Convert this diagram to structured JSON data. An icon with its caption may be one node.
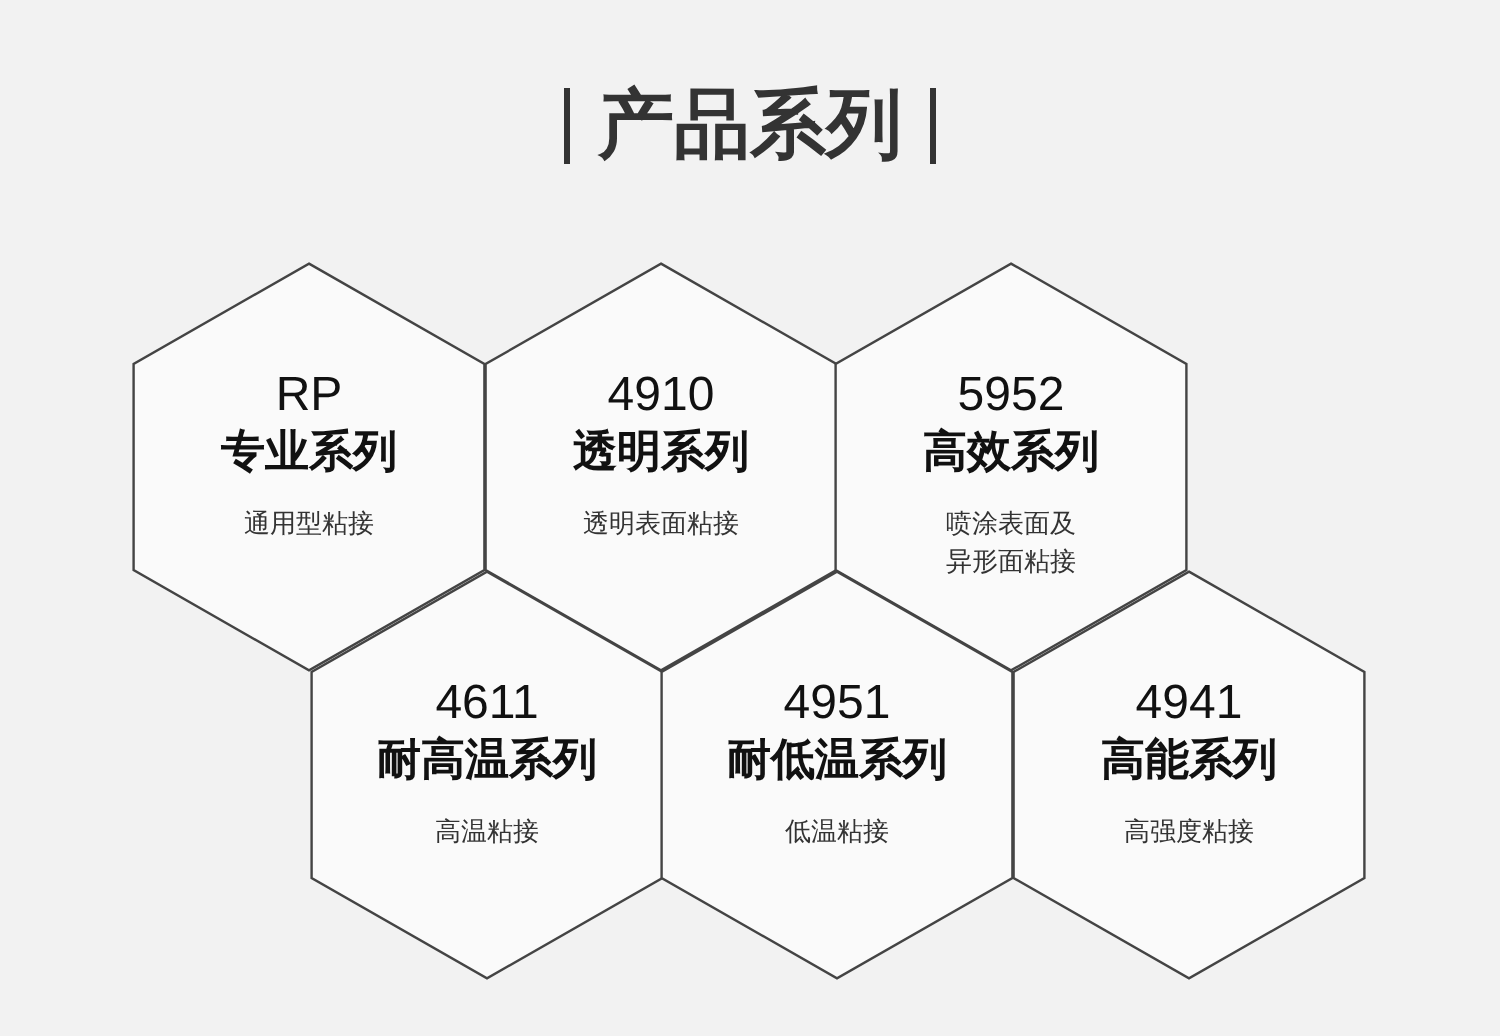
{
  "diagram": {
    "title": "产品系列",
    "nodes": [
      {
        "text": [
          "RP",
          "专业系列",
          "通用型粘接"
        ]
      },
      {
        "text": [
          "4910",
          "透明系列",
          "透明表面粘接"
        ]
      },
      {
        "text": [
          "5952",
          "高效系列",
          "喷涂表面及异形面粘接"
        ]
      },
      {
        "text": [
          "4611",
          "耐高温系列",
          "高温粘接"
        ]
      },
      {
        "text": [
          "4951",
          "耐低温系列",
          "低温粘接"
        ]
      },
      {
        "text": [
          "4941",
          "高能系列",
          "高强度粘接"
        ]
      }
    ]
  }
}
